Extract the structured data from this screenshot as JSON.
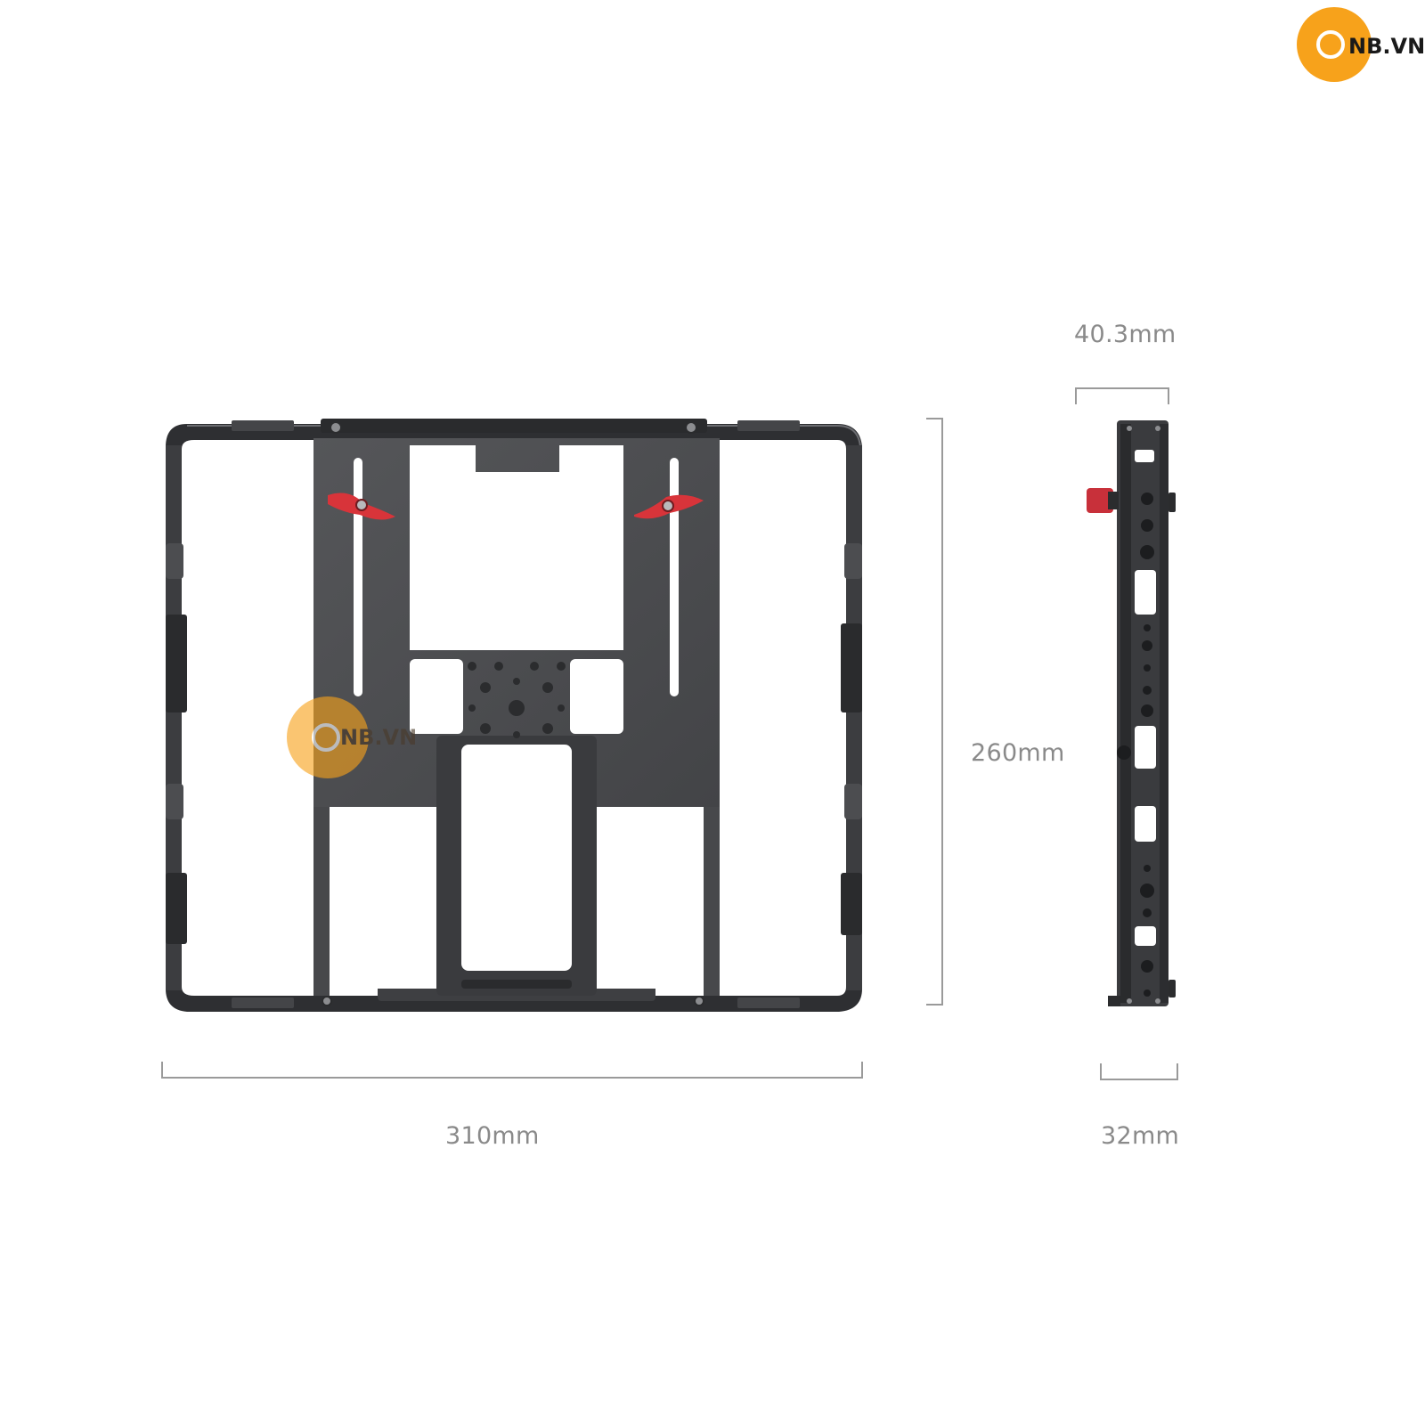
{
  "brand": {
    "logo_text": "NB.VN",
    "accent_color": "#f7a21b"
  },
  "dimensions": {
    "width": "310mm",
    "height": "260mm",
    "depth_top": "40.3mm",
    "depth_bottom": "32mm"
  },
  "colors": {
    "frame": "#3a3b3e",
    "frame_edge": "#1f2022",
    "plate": "#4a4b4e",
    "knob": "#d8343a",
    "dimension_line": "#9a9a9a"
  },
  "views": [
    "front-view",
    "side-view"
  ]
}
